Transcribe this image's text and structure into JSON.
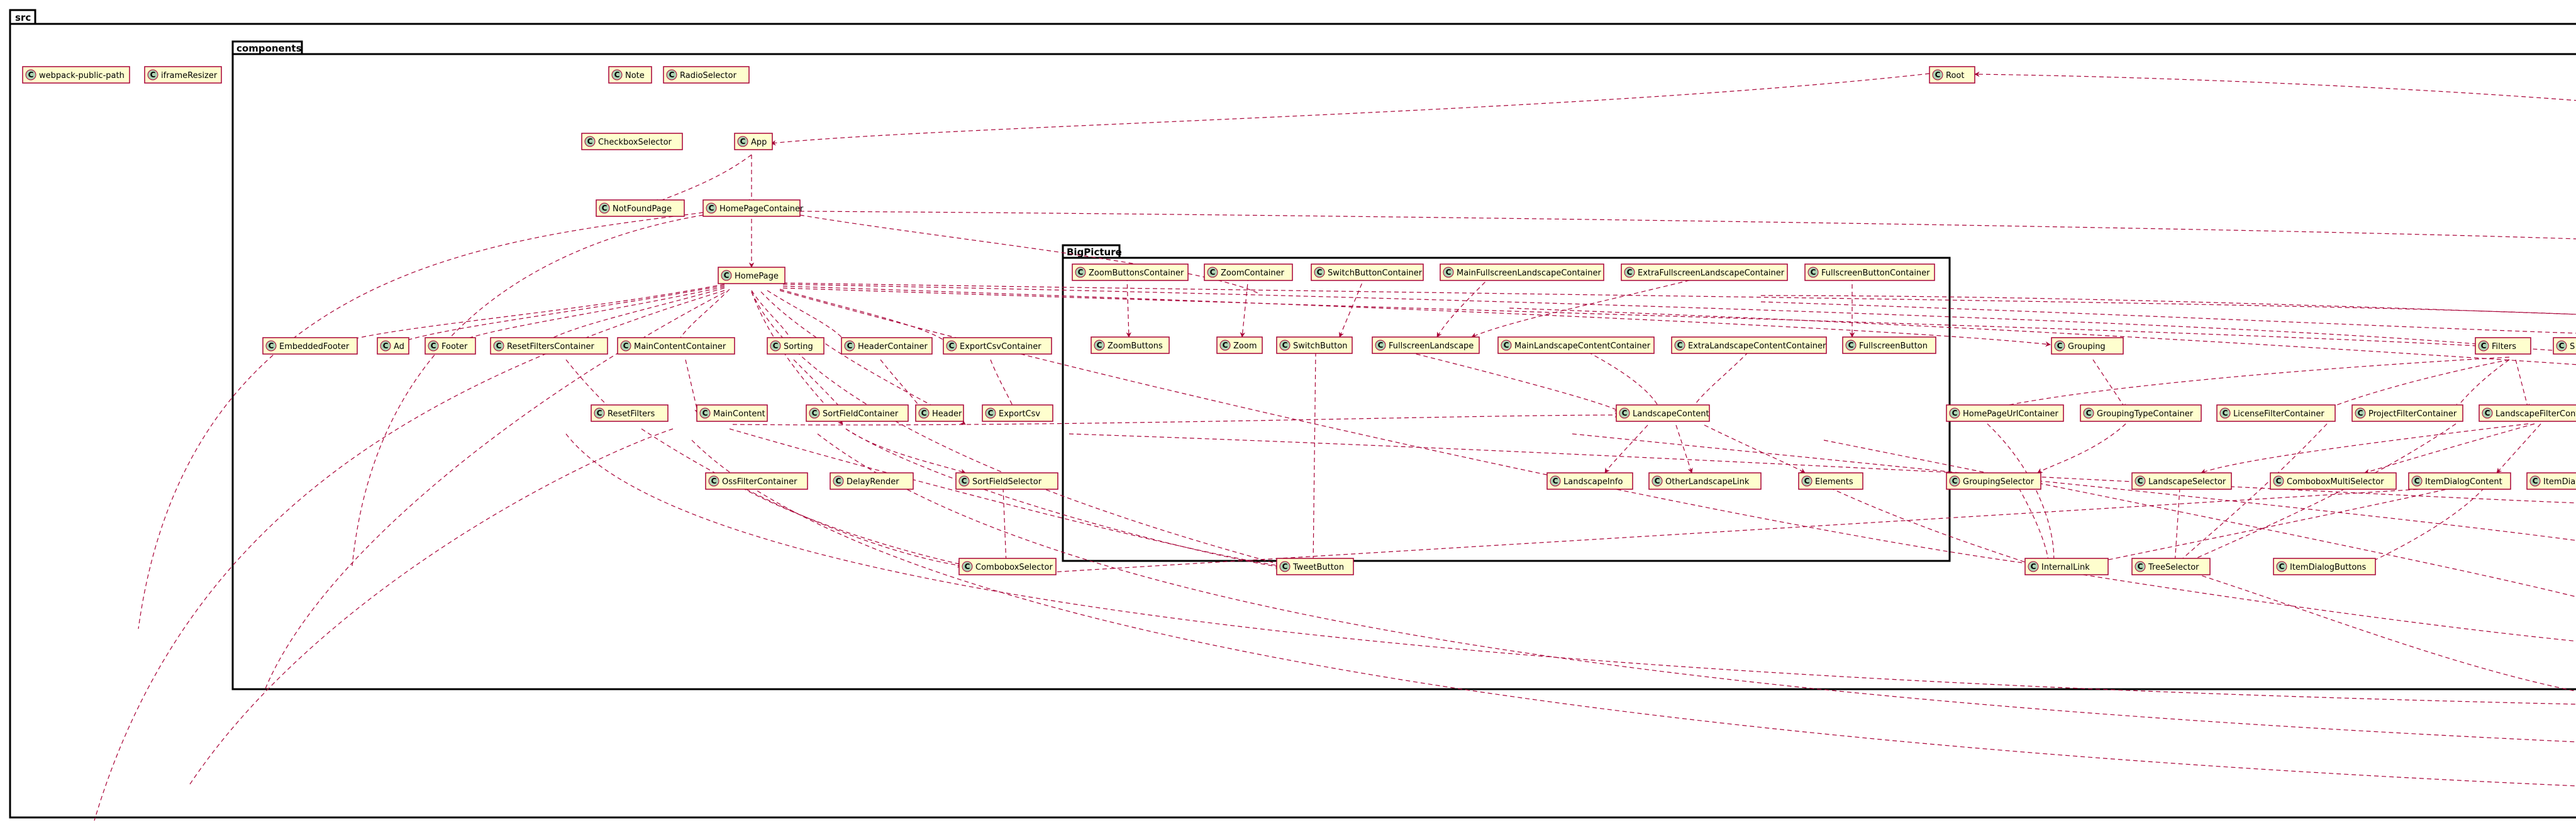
{
  "packages": {
    "src": "src",
    "components": "components",
    "bigpicture": "BigPicture"
  },
  "class_marker": "C",
  "colors": {
    "class_fill": "#FEFECE",
    "class_border": "#A80036",
    "marker_fill": "#ADD1B2",
    "edge": "#A80036"
  },
  "classes": {
    "webpack_public_path": "webpack-public-path",
    "iframe_resizer": "iframeResizer",
    "note": "Note",
    "radio_selector": "RadioSelector",
    "root": "Root",
    "checkbox_selector": "CheckboxSelector",
    "app": "App",
    "not_found_page": "NotFoundPage",
    "homepage_container": "HomePageContainer",
    "homepage": "HomePage",
    "embedded_footer": "EmbeddedFooter",
    "ad": "Ad",
    "footer": "Footer",
    "reset_filters_container": "ResetFiltersContainer",
    "main_content_container": "MainContentContainer",
    "sorting": "Sorting",
    "header_container": "HeaderContainer",
    "export_csv_container": "ExportCsvContainer",
    "reset_filters": "ResetFilters",
    "main_content": "MainContent",
    "sort_field_container": "SortFieldContainer",
    "header": "Header",
    "export_csv": "ExportCsv",
    "oss_filter_container": "OssFilterContainer",
    "delay_render": "DelayRender",
    "sort_field_selector": "SortFieldSelector",
    "combobox_selector": "ComboboxSelector",
    "tweet_button": "TweetButton",
    "zoom_buttons_container": "ZoomButtonsContainer",
    "zoom_container": "ZoomContainer",
    "switch_button_container": "SwitchButtonContainer",
    "main_fullscreen_landscape_container": "MainFullscreenLandscapeContainer",
    "extra_fullscreen_landscape_container": "ExtraFullscreenLandscapeContainer",
    "fullscreen_button_container": "FullscreenButtonContainer",
    "zoom_buttons": "ZoomButtons",
    "zoom": "Zoom",
    "switch_button": "SwitchButton",
    "fullscreen_landscape": "FullscreenLandscape",
    "main_landscape_content_container": "MainLandscapeContentContainer",
    "extra_landscape_content_container": "ExtraLandscapeContentContainer",
    "fullscreen_button": "FullscreenButton",
    "landscape_content": "LandscapeContent",
    "landscape_info": "LandscapeInfo",
    "other_landscape_link": "OtherLandscapeLink",
    "elements": "Elements",
    "grouping": "Grouping",
    "filters": "Filters",
    "homepage_url_container": "HomePageUrlContainer",
    "grouping_type_container": "GroupingTypeContainer",
    "license_filter_container": "LicenseFilterContainer",
    "project_filter_container": "ProjectFilterContainer",
    "landscape_filter_container": "LandscapeFilterContainer",
    "grouping_selector": "GroupingSelector",
    "landscape_selector": "LandscapeSelector",
    "combobox_multi_selector": "ComboboxMultiSelector",
    "item_dialog_content": "ItemDialogContent",
    "item_dialog_cut": "ItemDial",
    "internal_link": "InternalLink",
    "tree_selector": "TreeSelector",
    "item_dialog_buttons": "ItemDialogButtons",
    "edge_cut": "S"
  }
}
